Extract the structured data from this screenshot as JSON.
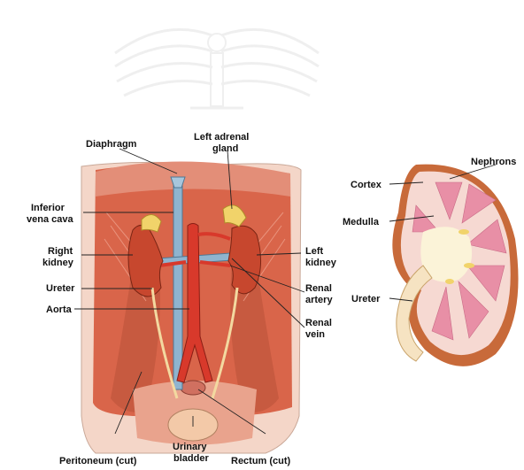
{
  "colors": {
    "muscle": "#d9654a",
    "muscle_light": "#e8907a",
    "vena_cava": "#8fb4cf",
    "aorta": "#d8392b",
    "kidney": "#c7472e",
    "adrenal": "#f1d36a",
    "cortex": "#f6d9d2",
    "medulla": "#e88fa6",
    "watermark": "#e6e6e6"
  },
  "watermark": {
    "description_icon": "university-seal-watermark"
  },
  "left_figure": {
    "labels": {
      "diaphragm": "Diaphragm",
      "left_adrenal_1": "Left adrenal",
      "left_adrenal_2": "gland",
      "ivc_1": "Inferior",
      "ivc_2": "vena cava",
      "right_kidney_1": "Right",
      "right_kidney_2": "kidney",
      "ureter": "Ureter",
      "aorta": "Aorta",
      "left_kidney_1": "Left",
      "left_kidney_2": "kidney",
      "renal_artery_1": "Renal",
      "renal_artery_2": "artery",
      "renal_vein_1": "Renal",
      "renal_vein_2": "vein",
      "peritoneum": "Peritoneum (cut)",
      "bladder_1": "Urinary",
      "bladder_2": "bladder",
      "rectum": "Rectum (cut)"
    }
  },
  "right_figure": {
    "labels": {
      "nephrons": "Nephrons",
      "cortex": "Cortex",
      "medulla": "Medulla",
      "ureter": "Ureter"
    }
  }
}
